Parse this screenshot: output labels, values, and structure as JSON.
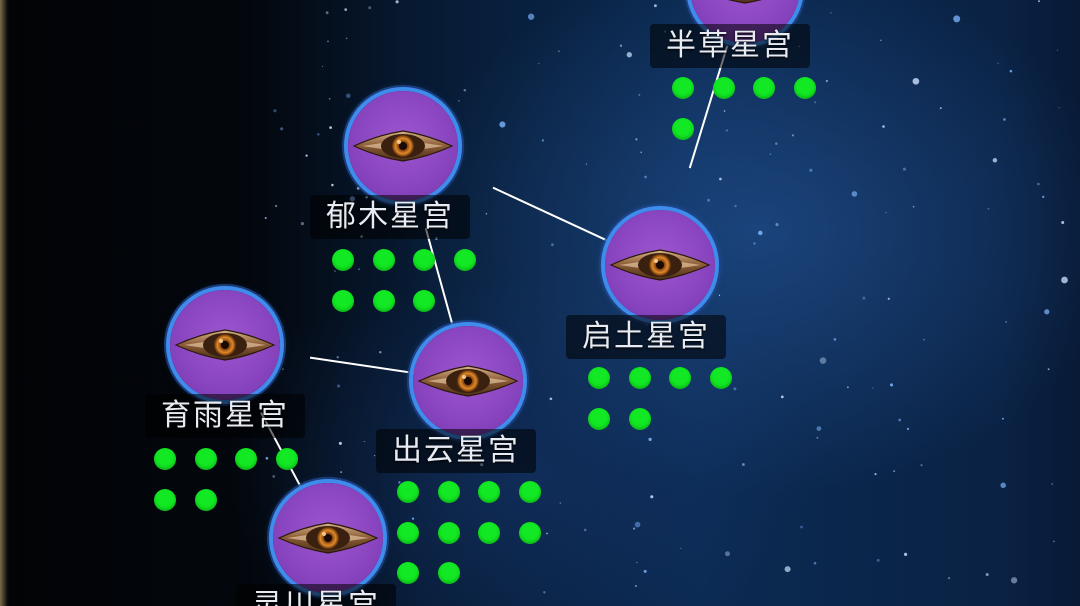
{
  "colors": {
    "node_fill": "#8a46c0",
    "node_ring": "#3f8cec",
    "indicator_dot": "#12e823",
    "connector_line": "#ffffff"
  },
  "icons": {
    "node_emblem": "eye-emblem-icon"
  },
  "star_map": {
    "nodes": [
      {
        "id": "banzao",
        "label": "半草星宫",
        "dots": 5
      },
      {
        "id": "yumu",
        "label": "郁木星宫",
        "dots": 7
      },
      {
        "id": "qitu",
        "label": "启土星宫",
        "dots": 6
      },
      {
        "id": "yuyu",
        "label": "育雨星宫",
        "dots": 6
      },
      {
        "id": "chuyun",
        "label": "出云星宫",
        "dots": 10
      },
      {
        "id": "lingchuan",
        "label": "灵川星宫",
        "dots": 0
      }
    ],
    "links": [
      [
        "qitu",
        "banzao"
      ],
      [
        "yumu",
        "qitu"
      ],
      [
        "yumu",
        "chuyun"
      ],
      [
        "yuyu",
        "chuyun"
      ],
      [
        "yuyu",
        "lingchuan"
      ]
    ]
  }
}
